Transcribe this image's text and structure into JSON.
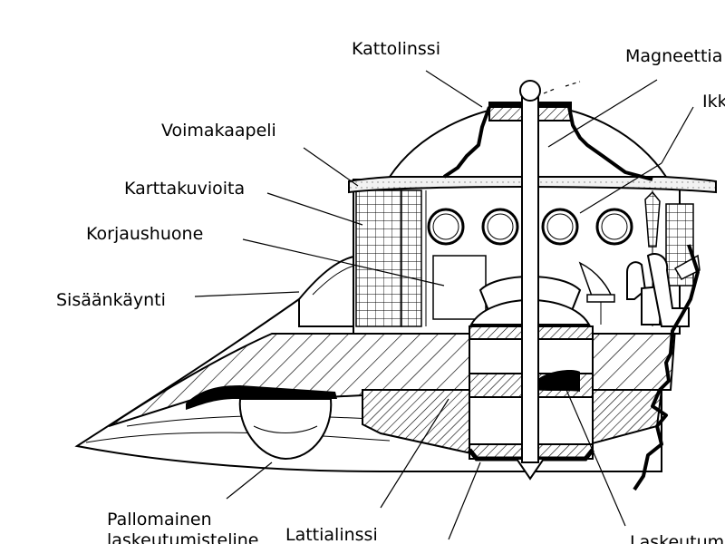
{
  "labels": {
    "kattolinssi": "Kattolinssi",
    "magneetti": "Magneettia",
    "ikkuna": "Ikk",
    "voimakaapeli": "Voimakaapeli",
    "karttakuvioita": "Karttakuvioita",
    "korjaushuone": "Korjaushuone",
    "sisaankaynti": "Sisäänkäynti",
    "pallomainen_1": "Pallomainen",
    "pallomainen_2": "laskeutumisteline",
    "lattialinssi": "Lattialinssi",
    "laskeutumis": "Laskeutum"
  },
  "colors": {
    "ink": "#000000",
    "paper": "#ffffff"
  }
}
